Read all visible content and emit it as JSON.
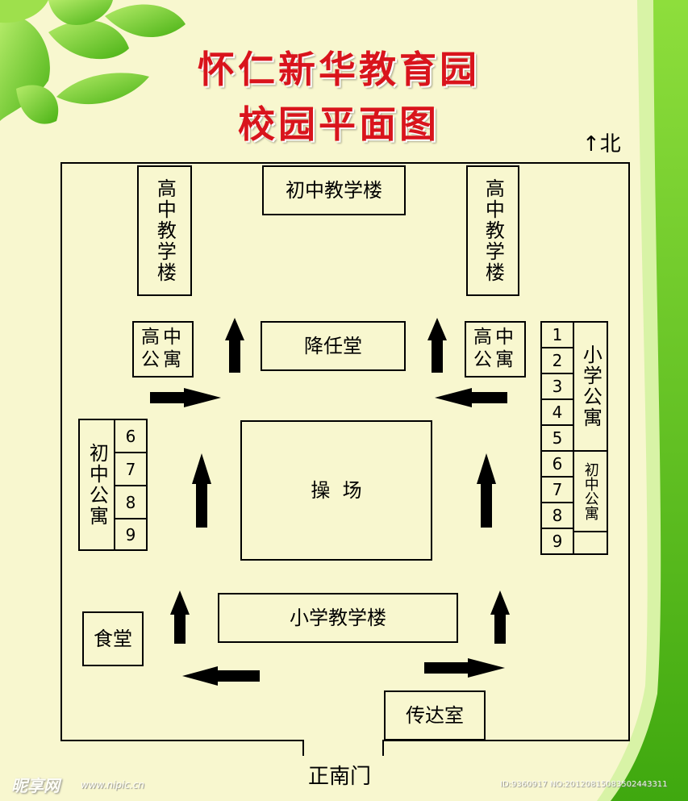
{
  "title": {
    "line1": "怀仁新华教育园",
    "line2": "校园平面图"
  },
  "compass": {
    "label": "↑北"
  },
  "buildings": {
    "hs_building_left": "高中教学楼",
    "ms_building": "初中教学楼",
    "hs_building_right": "高中教学楼",
    "hs_dorm_left": "高中公寓",
    "hall": "降任堂",
    "hs_dorm_right": "高中公寓",
    "ms_dorm_left": "初中公寓",
    "left_rooms": [
      "6",
      "7",
      "8",
      "9"
    ],
    "right_rooms": [
      "1",
      "2",
      "3",
      "4",
      "5",
      "6",
      "7",
      "8",
      "9"
    ],
    "primary_dorm": "小学公寓",
    "ms_dorm_right": "初中公寓",
    "playground": "操  场",
    "primary_building": "小学教学楼",
    "canteen": "食堂",
    "gatehouse": "传达室"
  },
  "gate": {
    "label": "正南门"
  },
  "watermark": {
    "brand": "昵享网",
    "url": "www.nipic.cn",
    "id": "ID:9360917 NO:20120815083502443311"
  },
  "colors": {
    "title": "#d9141c",
    "background": "#f8f7cf",
    "leaf": "#7ccf2f"
  }
}
